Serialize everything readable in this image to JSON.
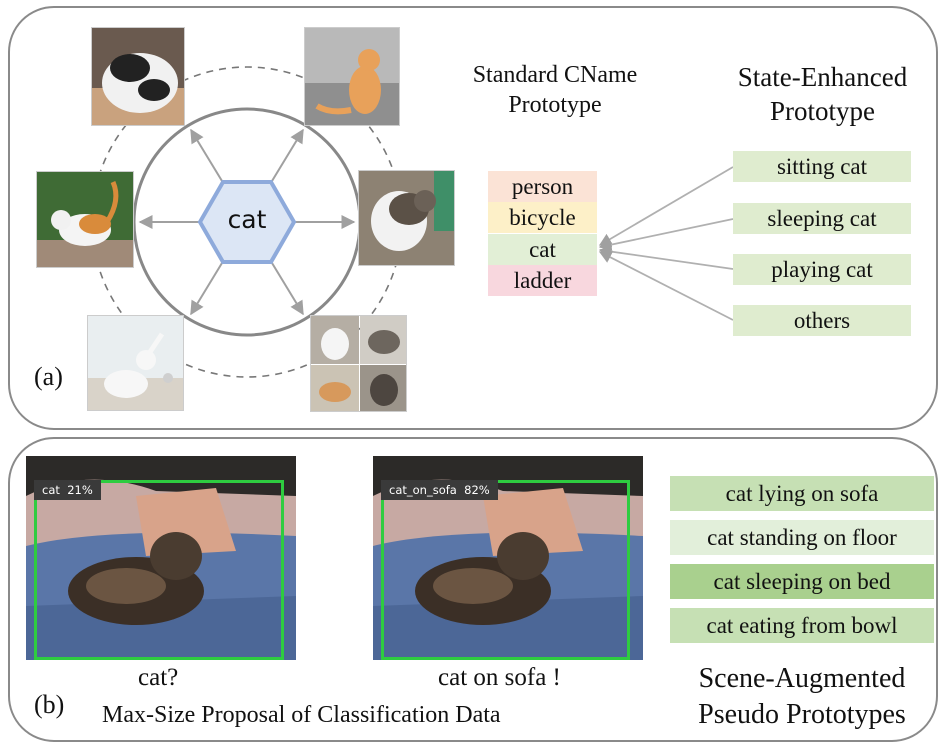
{
  "panel_a": {
    "tag": "(a)",
    "center_label": "cat",
    "standard_title": [
      "Standard CName",
      "Prototype"
    ],
    "state_title": [
      "State-Enhanced",
      "Prototype"
    ],
    "cnames": [
      {
        "label": "person",
        "color": "#fbe3d6"
      },
      {
        "label": "bicycle",
        "color": "#fdf0c8"
      },
      {
        "label": "cat",
        "color": "#e2efd6"
      },
      {
        "label": "ladder",
        "color": "#f8d7de"
      }
    ],
    "states": [
      "sitting cat",
      "sleeping cat",
      "playing cat",
      "others"
    ]
  },
  "panel_b": {
    "tag": "(b)",
    "left_detection": "cat  21%",
    "right_detection": "cat_on_sofa  82%",
    "left_caption": "cat?",
    "right_caption": "cat on sofa !",
    "bottom_caption": "Max-Size Proposal of Classification Data",
    "scenes_title": [
      "Scene-Augmented",
      "Pseudo Prototypes"
    ],
    "scenes": [
      {
        "label": "cat lying on sofa",
        "color": "#c6e0b4"
      },
      {
        "label": "cat standing on floor",
        "color": "#e2efda"
      },
      {
        "label": "cat sleeping on bed",
        "color": "#a9d08e"
      },
      {
        "label": "cat eating from bowl",
        "color": "#c6e0b4"
      }
    ]
  },
  "colors": {
    "hexagon_fill": "#dce6f5",
    "hexagon_stroke": "#8eaadb",
    "detection_box": "#2ecc40",
    "panel_border": "#8a8a8a"
  }
}
